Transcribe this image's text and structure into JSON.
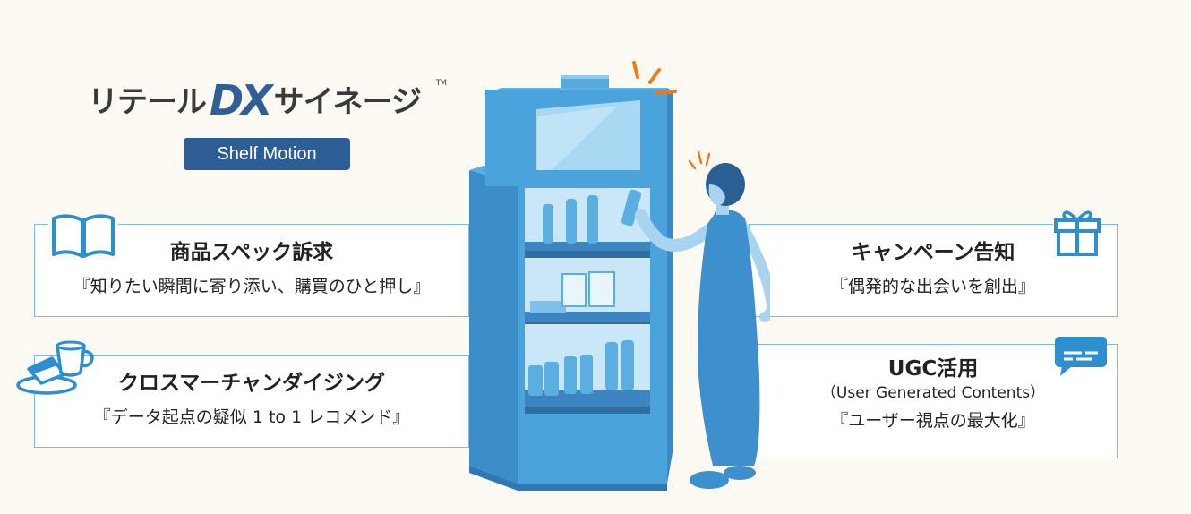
{
  "logo": {
    "part1": "リテール",
    "part2": "DX",
    "part3": "サイネージ",
    "tm": "TM"
  },
  "badge": "Shelf Motion",
  "features": [
    {
      "title": "商品スペック訴求",
      "sub": "『知りたい瞬間に寄り添い、購買のひと押し』",
      "icon": "open-book-icon"
    },
    {
      "title": "クロスマーチャンダイジング",
      "sub": "『データ起点の疑似 1 to 1 レコメンド』",
      "icon": "coffee-cake-icon"
    },
    {
      "title": "キャンペーン告知",
      "sub": "『偶発的な出会いを創出』",
      "icon": "gift-box-icon"
    },
    {
      "title": "UGC活用",
      "paren": "（User Generated Contents）",
      "sub": "『ユーザー視点の最大化』",
      "icon": "chat-card-icon"
    }
  ],
  "colors": {
    "background": "#fbf9f2",
    "accent_blue": "#2d5d95",
    "line_blue": "#7fbbe0",
    "shelf_blue": "#4a9fd4",
    "alert_orange": "#f07a1a"
  }
}
